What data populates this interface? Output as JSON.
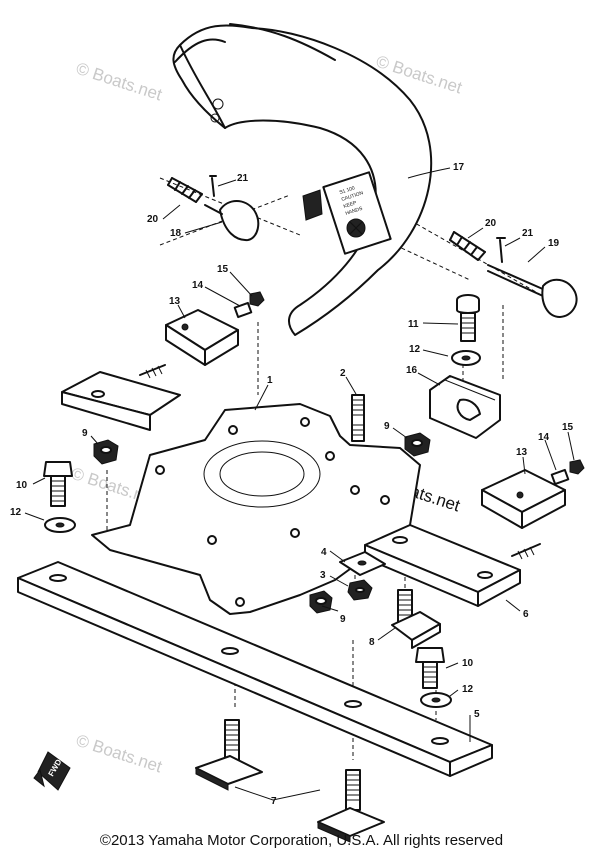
{
  "callouts": [
    {
      "label": "17"
    },
    {
      "label": "21"
    },
    {
      "label": "20"
    },
    {
      "label": "18"
    },
    {
      "label": "20"
    },
    {
      "label": "21"
    },
    {
      "label": "19"
    },
    {
      "label": "15"
    },
    {
      "label": "14"
    },
    {
      "label": "13"
    },
    {
      "label": "11"
    },
    {
      "label": "12"
    },
    {
      "label": "16"
    },
    {
      "label": "1"
    },
    {
      "label": "2"
    },
    {
      "label": "9"
    },
    {
      "label": "9"
    },
    {
      "label": "10"
    },
    {
      "label": "12"
    },
    {
      "label": "15"
    },
    {
      "label": "14"
    },
    {
      "label": "13"
    },
    {
      "label": "4"
    },
    {
      "label": "3"
    },
    {
      "label": "9"
    },
    {
      "label": "8"
    },
    {
      "label": "6"
    },
    {
      "label": "10"
    },
    {
      "label": "12"
    },
    {
      "label": "5"
    },
    {
      "label": "7"
    }
  ],
  "watermarks": [
    "© Boats.net",
    "© Boats.net",
    "© Boats.net",
    "© Boats.net",
    "© Boats.net"
  ],
  "badge_lines": [
    "S1 100",
    "CAUTION",
    "KEEP",
    "HANDS"
  ],
  "fwd_label": "FWD",
  "copyright": "©2013 Yamaha Motor Corporation, U.S.A. All rights reserved"
}
